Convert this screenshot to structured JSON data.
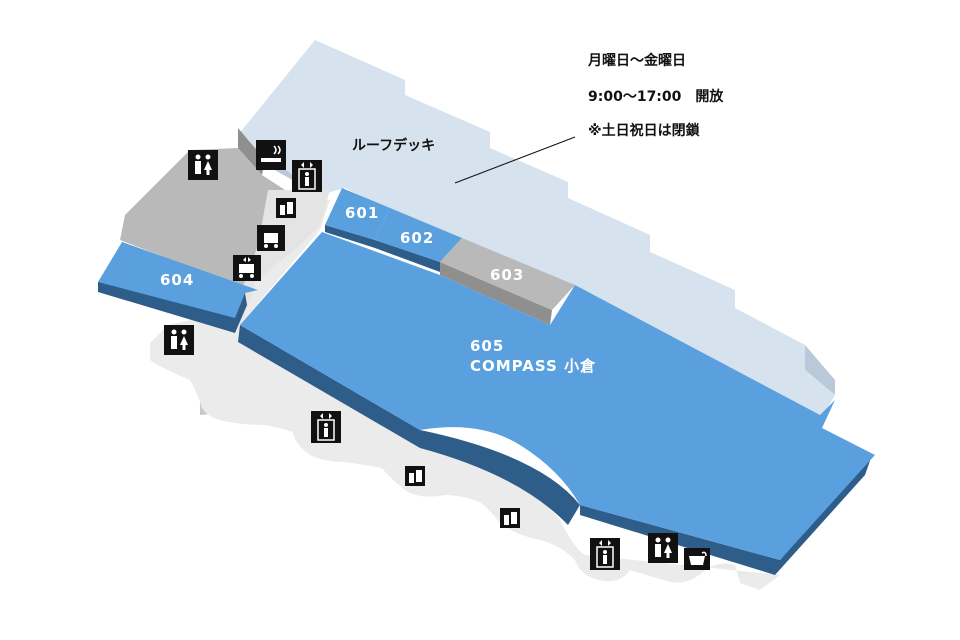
{
  "colors": {
    "blue_top": "#5aa0df",
    "blue_side": "#2f5d8a",
    "deck_top": "#d6e2ee",
    "deck_side": "#b9c9da",
    "corridor_top": "#ebebeb",
    "corridor_side": "#c9c9c9",
    "grey_room": "#b9b9b9",
    "grey_side": "#8f8f8f",
    "icon_bg": "#111111",
    "icon_fg": "#ffffff"
  },
  "info": {
    "line1": "月曜日〜金曜日",
    "line2": "9:00〜17:00　開放",
    "line3": "※土日祝日は閉鎖"
  },
  "rooms": {
    "r601": "601",
    "r602": "602",
    "r603": "603",
    "r604": "604",
    "r605_number": "605",
    "r605_name": "COMPASS 小倉"
  },
  "deck": {
    "label": "ルーフデッキ"
  },
  "icons": [
    "restroom-icon",
    "smoking-area-icon",
    "elevator-icon",
    "fire-extinguisher-icon",
    "baggage-cart-icon",
    "service-elevator-icon",
    "restroom-icon",
    "elevator-icon",
    "fire-extinguisher-icon",
    "fire-extinguisher-icon",
    "elevator-icon",
    "restroom-icon",
    "water-fountain-icon"
  ]
}
